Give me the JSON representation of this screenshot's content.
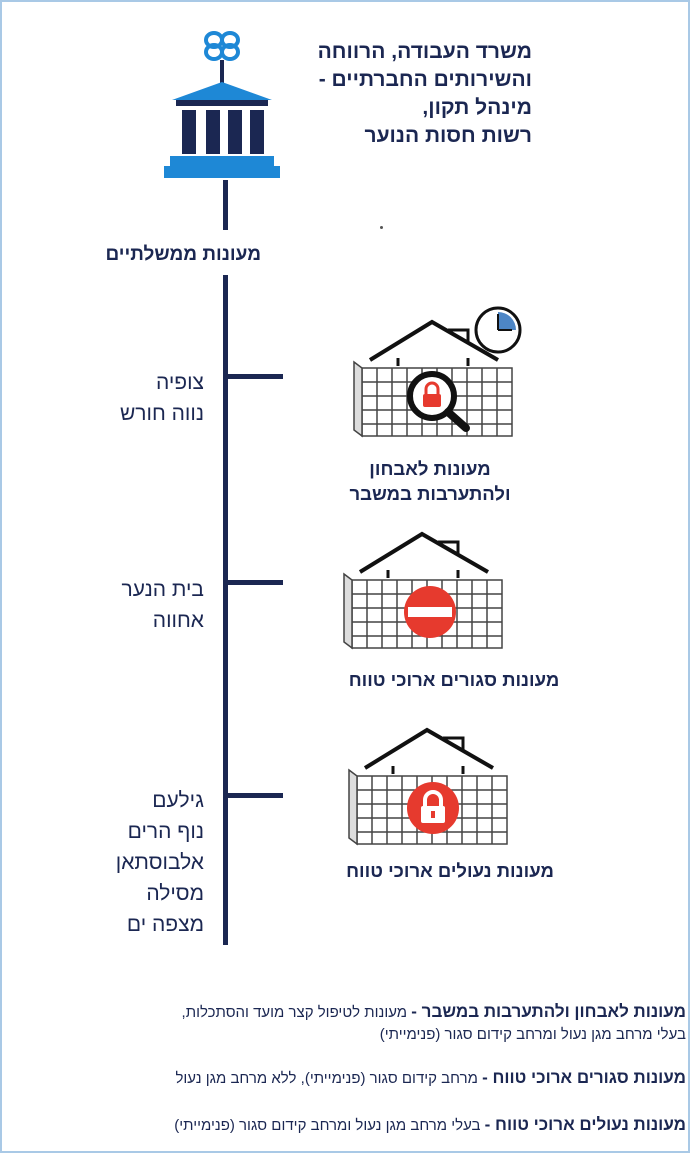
{
  "ministry": {
    "lines": [
      "משרד העבודה, הרווחה",
      "והשירותים החברתיים -",
      "מינהל תקון,",
      "רשות חסות הנוער"
    ],
    "icon": "government-building-icon",
    "colors": {
      "building": "#1e88d6",
      "building_dark": "#1b2752",
      "logo": "#1e88d6"
    }
  },
  "tree": {
    "root_label": "מעונות ממשלתיים",
    "line_color": "#1b2752",
    "branches": [
      {
        "locations": [
          "צופיה",
          "נווה חורש"
        ],
        "category": [
          "מעונות לאבחון",
          "ולהתערבות במשבר"
        ],
        "icon": "locked-house-magnifier-clock-icon"
      },
      {
        "locations": [
          "בית הנער",
          "אחווה"
        ],
        "category": [
          "מעונות סגורים ארוכי טווח"
        ],
        "icon": "closed-house-no-entry-icon"
      },
      {
        "locations": [
          "גילעם",
          "נוף הרים",
          "אלבוסתאן",
          "מסילה",
          "מצפה ים"
        ],
        "category": [
          "מעונות נעולים ארוכי טווח"
        ],
        "icon": "locked-house-padlock-icon"
      }
    ]
  },
  "legend": [
    {
      "term": "מעונות לאבחון ולהתערבות במשבר -",
      "desc_lines": [
        "מעונות לטיפול קצר מועד והסתכלות,",
        "בעלי מרחב מגן נעול ומרחב קידום סגור (פנימייתי)"
      ]
    },
    {
      "term": "מעונות סגורים ארוכי טווח -",
      "desc_lines": [
        "מרחב קידום סגור (פנימייתי), ללא מרחב מגן נעול"
      ]
    },
    {
      "term": "מעונות נעולים ארוכי טווח -",
      "desc_lines": [
        "בעלי מרחב מגן נעול ומרחב קידום סגור (פנימייתי)"
      ]
    }
  ],
  "colors": {
    "accent_red": "#e63a2e",
    "clock_blue": "#4d86c6",
    "grid_gray": "#444444"
  }
}
